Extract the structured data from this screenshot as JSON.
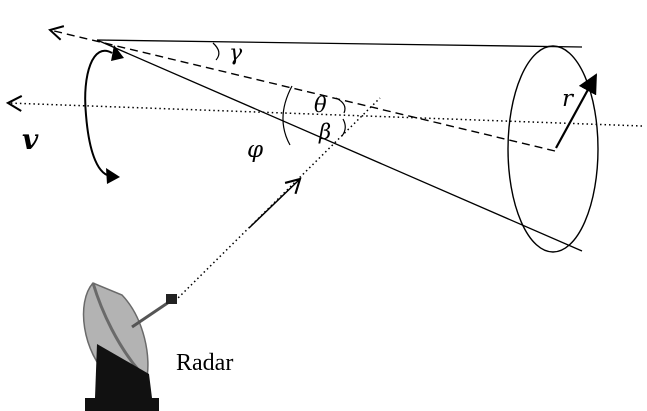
{
  "labels": {
    "gamma": "γ",
    "theta": "θ",
    "beta": "β",
    "phi": "φ",
    "r": "r",
    "v": "v",
    "radar": "Radar"
  },
  "icons": {
    "radar": "radar-dish-icon",
    "rotation": "rotation-arrow-icon"
  },
  "colors": {
    "stroke": "#000000",
    "dish_light": "#b3b3b3",
    "dish_dark": "#6a6a6a",
    "base": "#111111"
  }
}
